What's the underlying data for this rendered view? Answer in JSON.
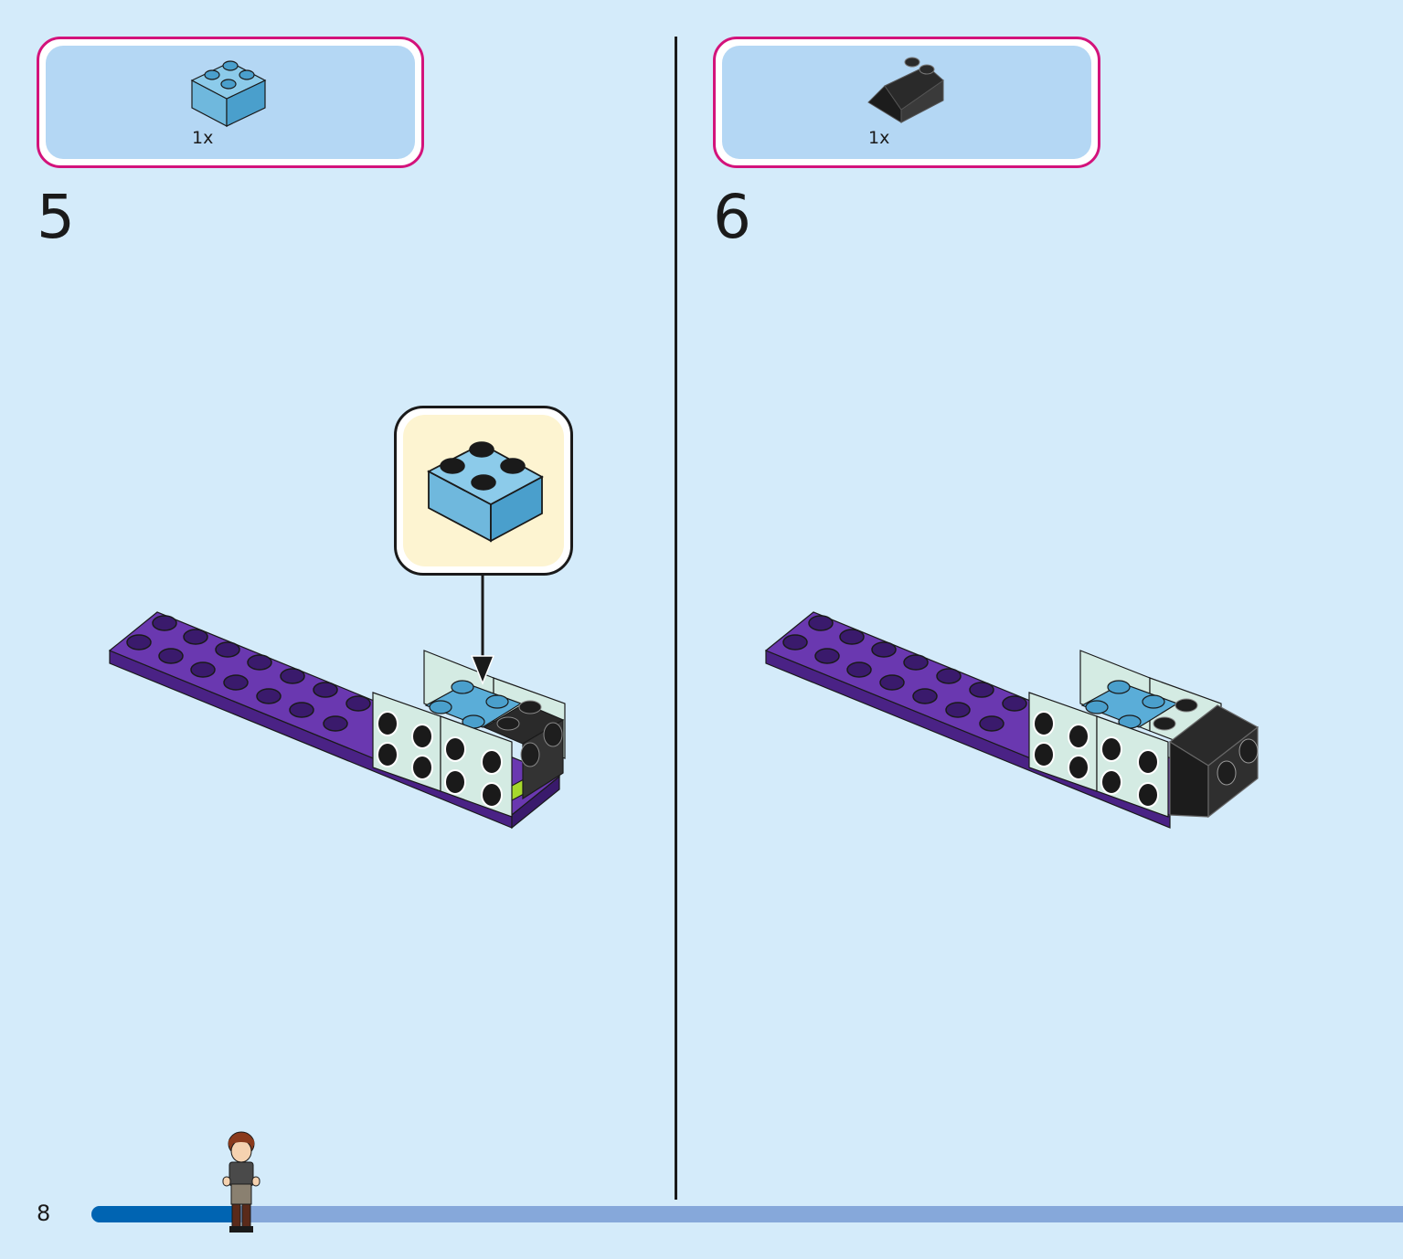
{
  "steps": [
    {
      "number": "5",
      "parts": [
        {
          "quantity": "1x",
          "part": "brick-2x2",
          "color": "#5aadd8"
        }
      ]
    },
    {
      "number": "6",
      "parts": [
        {
          "quantity": "1x",
          "part": "slope-2x2",
          "color": "#2a2a2a"
        }
      ]
    }
  ],
  "page_number": "8",
  "progress": {
    "fraction": 0.11
  },
  "colors": {
    "background": "#d4ebfa",
    "parts_border": "#d3137b",
    "parts_fill": "#b4d7f4",
    "callout_fill": "#fdf4d1",
    "purple_plate": "#5b2d9c",
    "mint_brick": "#d4ebe3",
    "azure_brick": "#5aadd8",
    "black_brick": "#2a2a2a",
    "lime": "#a7d82c"
  }
}
